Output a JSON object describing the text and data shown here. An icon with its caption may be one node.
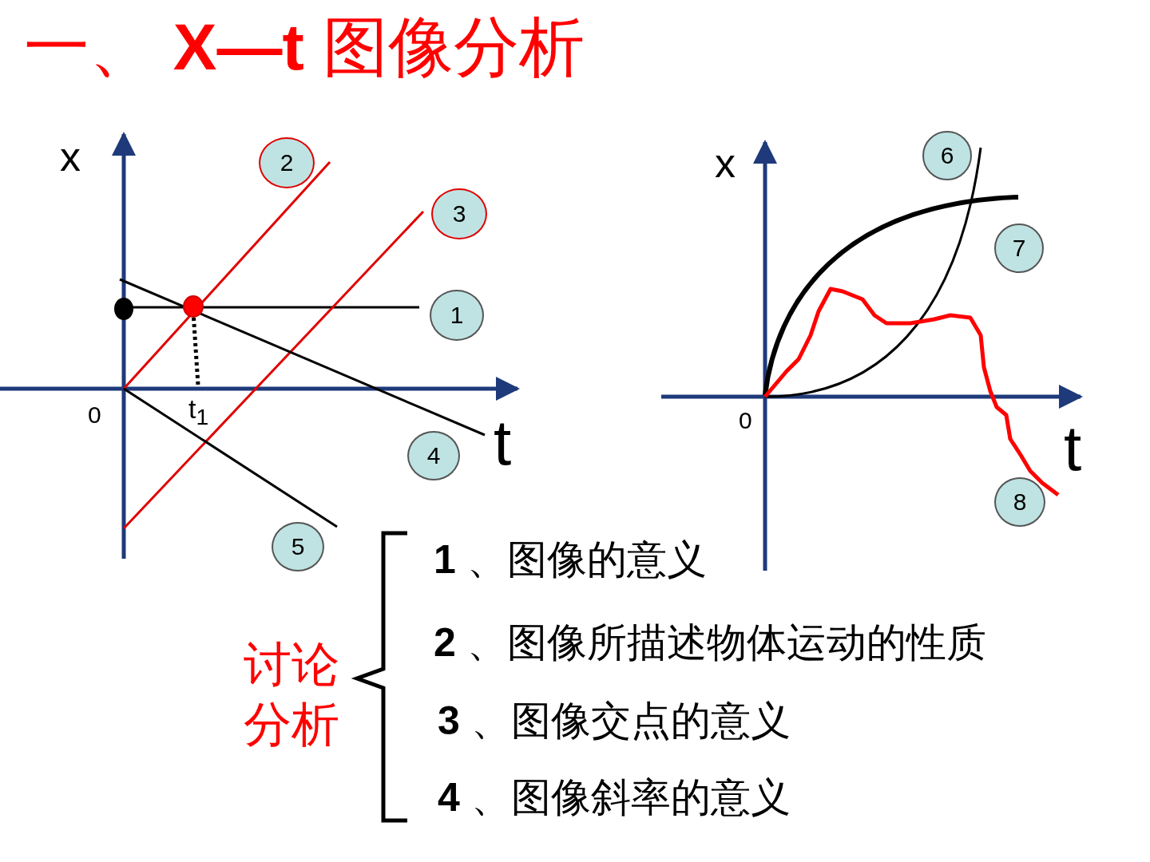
{
  "diagram": {
    "title": "一、 **X—t** 图像分析",
    "nodes": [
      {
        "text": [
          "1"
        ]
      },
      {
        "text": [
          "2"
        ]
      },
      {
        "text": [
          "3"
        ]
      },
      {
        "text": [
          "4"
        ]
      },
      {
        "text": [
          "5"
        ]
      },
      {
        "text": [
          "6"
        ]
      },
      {
        "text": [
          "7"
        ]
      },
      {
        "text": [
          "8"
        ]
      }
    ],
    "labels": [
      "x",
      "0",
      "t$_{1}$",
      "t",
      "x",
      "0",
      "t",
      "讨论分析",
      "**1** 、图像的意义",
      "**2** 、图像所描述物体运动的性质",
      "**3** 、图像交点的意义",
      "**4** 、图像斜率的意义"
    ]
  }
}
